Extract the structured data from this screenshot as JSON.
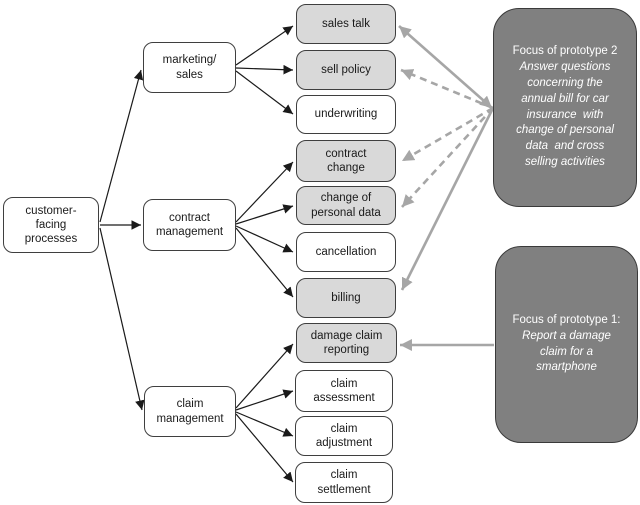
{
  "diagram": {
    "colors": {
      "node_fill": "#ffffff",
      "node_fill_highlighted": "#d9d9d9",
      "node_border": "#3f3f3f",
      "note_fill": "#808080",
      "note_text": "#ffffff",
      "arrow_black": "#1a1a1a",
      "arrow_gray": "#a6a6a6"
    },
    "nodes": [
      {
        "id": "customer-facing-processes",
        "label": "customer-\nfacing\nprocesses",
        "highlighted": false
      },
      {
        "id": "marketing-sales",
        "label": "marketing/\nsales",
        "highlighted": false
      },
      {
        "id": "contract-management",
        "label": "contract\nmanagement",
        "highlighted": false
      },
      {
        "id": "claim-management",
        "label": "claim\nmanagement",
        "highlighted": false
      },
      {
        "id": "sales-talk",
        "label": "sales talk",
        "highlighted": true
      },
      {
        "id": "sell-policy",
        "label": "sell policy",
        "highlighted": true
      },
      {
        "id": "underwriting",
        "label": "underwriting",
        "highlighted": false
      },
      {
        "id": "contract-change",
        "label": "contract\nchange",
        "highlighted": true
      },
      {
        "id": "change-of-personal-data",
        "label": "change of\npersonal data",
        "highlighted": true
      },
      {
        "id": "cancellation",
        "label": "cancellation",
        "highlighted": false
      },
      {
        "id": "billing",
        "label": "billing",
        "highlighted": true
      },
      {
        "id": "damage-claim-reporting",
        "label": "damage claim\nreporting",
        "highlighted": true
      },
      {
        "id": "claim-assessment",
        "label": "claim\nassessment",
        "highlighted": false
      },
      {
        "id": "claim-adjustment",
        "label": "claim\nadjustment",
        "highlighted": false
      },
      {
        "id": "claim-settlement",
        "label": "claim\nsettlement",
        "highlighted": false
      }
    ],
    "notes": [
      {
        "id": "prototype-2",
        "title": "Focus of prototype 2",
        "body": "Answer questions\nconcerning the\nannual bill for car\ninsurance  with\nchange of personal\ndata  and cross\nselling activities"
      },
      {
        "id": "prototype-1",
        "title": "Focus of prototype 1:",
        "body": "Report a damage\nclaim for a\nsmartphone"
      }
    ]
  }
}
